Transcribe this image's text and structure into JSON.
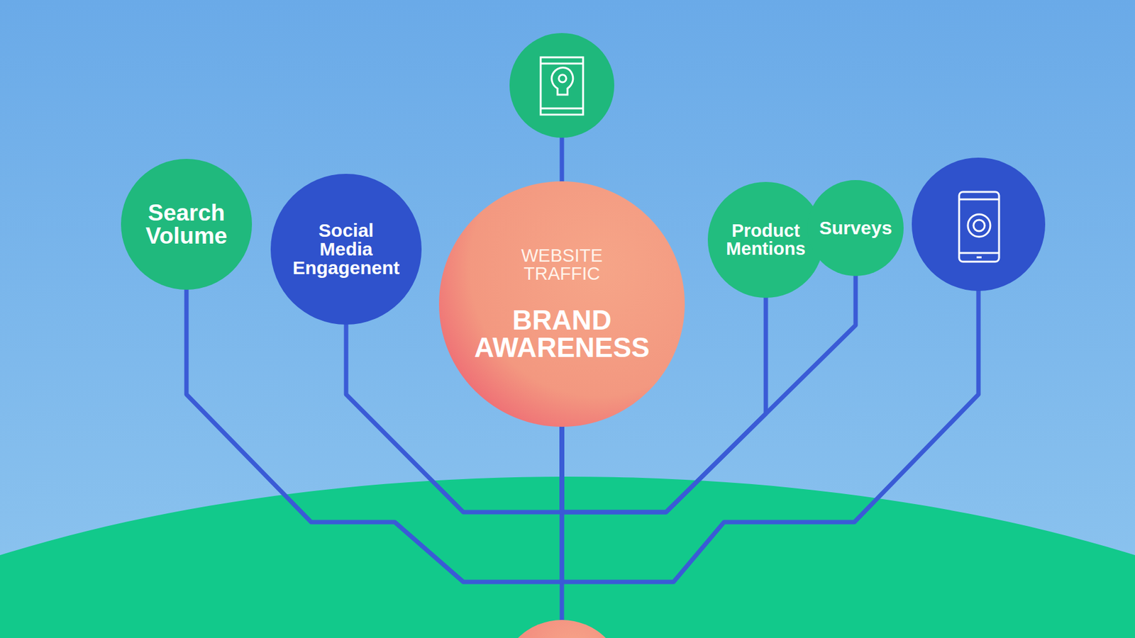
{
  "diagram": {
    "nodes": [
      {
        "text": [
          "Search Volume"
        ]
      },
      {
        "text": [
          "Social Media Engagenent"
        ]
      },
      {
        "text": [
          "WEBSITE TRAFFIC",
          "BRAND AWARENESS"
        ]
      },
      {
        "text": [
          "Product Mentions"
        ]
      },
      {
        "text": [
          "Surveys"
        ]
      }
    ],
    "edges": [
      {
        "from": 0,
        "to": 2,
        "arrow": "none"
      },
      {
        "from": 1,
        "to": 2,
        "arrow": "none"
      },
      {
        "from": 3,
        "to": 2,
        "arrow": "none"
      },
      {
        "from": 4,
        "to": 2,
        "arrow": "none"
      }
    ]
  }
}
